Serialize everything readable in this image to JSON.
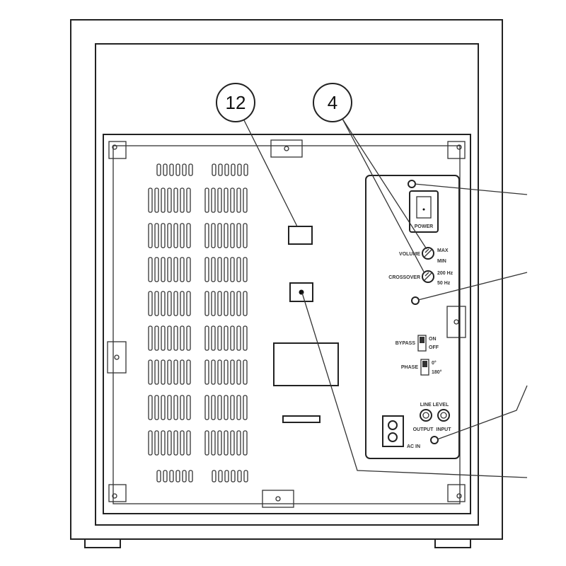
{
  "callouts": [
    "12",
    "4"
  ],
  "controls": {
    "power": "POWER",
    "volume": "VOLUME",
    "volume_max": "MAX",
    "volume_min": "MIN",
    "crossover": "CROSSOVER",
    "crossover_high": "200 Hz",
    "crossover_low": "50 Hz",
    "bypass": "BYPASS",
    "bypass_on": "ON",
    "bypass_off": "OFF",
    "phase": "PHASE",
    "phase_0": "0°",
    "phase_180": "180°",
    "line_level": "LINE LEVEL",
    "output": "OUTPUT",
    "input": "INPUT",
    "ac_in": "AC IN"
  }
}
